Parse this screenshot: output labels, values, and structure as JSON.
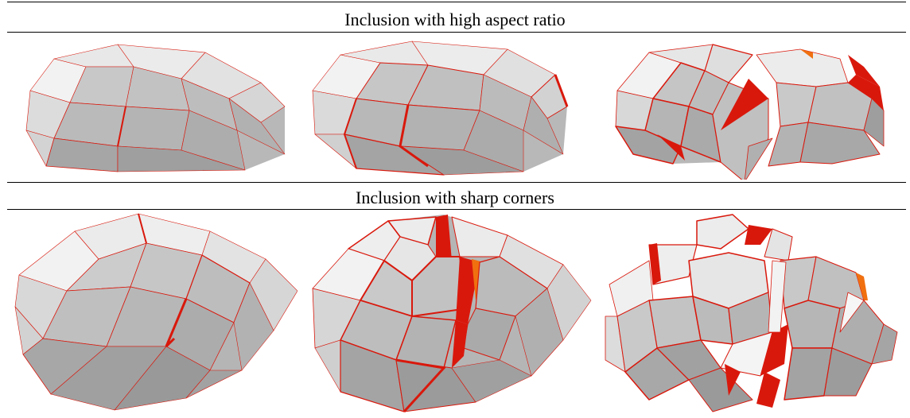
{
  "sections": [
    {
      "title": "Inclusion with high aspect ratio",
      "panels": [
        "elongated-intact",
        "elongated-partial-crack",
        "elongated-fractured"
      ]
    },
    {
      "title": "Inclusion with sharp corners",
      "panels": [
        "sharp-intact",
        "sharp-partial-crack",
        "sharp-fractured"
      ]
    }
  ],
  "colors": {
    "crack": "#d9180c",
    "crack_highlight": "#f07010",
    "face_light": "#f2f2f2",
    "face_mid": "#cfcfcf",
    "face_dark": "#a9a9a9",
    "rule": "#000000"
  }
}
